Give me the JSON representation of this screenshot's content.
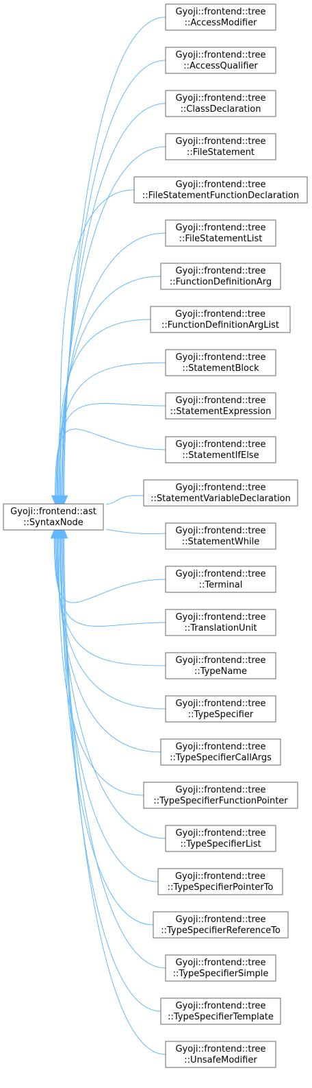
{
  "diagram": {
    "base": {
      "line1": "Gyoji::frontend::ast",
      "line2": "::SyntaxNode"
    },
    "children": [
      {
        "line1": "Gyoji::frontend::tree",
        "line2": "::AccessModifier"
      },
      {
        "line1": "Gyoji::frontend::tree",
        "line2": "::AccessQualifier"
      },
      {
        "line1": "Gyoji::frontend::tree",
        "line2": "::ClassDeclaration"
      },
      {
        "line1": "Gyoji::frontend::tree",
        "line2": "::FileStatement"
      },
      {
        "line1": "Gyoji::frontend::tree",
        "line2": "::FileStatementFunctionDeclaration"
      },
      {
        "line1": "Gyoji::frontend::tree",
        "line2": "::FileStatementList"
      },
      {
        "line1": "Gyoji::frontend::tree",
        "line2": "::FunctionDefinitionArg"
      },
      {
        "line1": "Gyoji::frontend::tree",
        "line2": "::FunctionDefinitionArgList"
      },
      {
        "line1": "Gyoji::frontend::tree",
        "line2": "::StatementBlock"
      },
      {
        "line1": "Gyoji::frontend::tree",
        "line2": "::StatementExpression"
      },
      {
        "line1": "Gyoji::frontend::tree",
        "line2": "::StatementIfElse"
      },
      {
        "line1": "Gyoji::frontend::tree",
        "line2": "::StatementVariableDeclaration"
      },
      {
        "line1": "Gyoji::frontend::tree",
        "line2": "::StatementWhile"
      },
      {
        "line1": "Gyoji::frontend::tree",
        "line2": "::Terminal"
      },
      {
        "line1": "Gyoji::frontend::tree",
        "line2": "::TranslationUnit"
      },
      {
        "line1": "Gyoji::frontend::tree",
        "line2": "::TypeName"
      },
      {
        "line1": "Gyoji::frontend::tree",
        "line2": "::TypeSpecifier"
      },
      {
        "line1": "Gyoji::frontend::tree",
        "line2": "::TypeSpecifierCallArgs"
      },
      {
        "line1": "Gyoji::frontend::tree",
        "line2": "::TypeSpecifierFunctionPointer"
      },
      {
        "line1": "Gyoji::frontend::tree",
        "line2": "::TypeSpecifierList"
      },
      {
        "line1": "Gyoji::frontend::tree",
        "line2": "::TypeSpecifierPointerTo"
      },
      {
        "line1": "Gyoji::frontend::tree",
        "line2": "::TypeSpecifierReferenceTo"
      },
      {
        "line1": "Gyoji::frontend::tree",
        "line2": "::TypeSpecifierSimple"
      },
      {
        "line1": "Gyoji::frontend::tree",
        "line2": "::TypeSpecifierTemplate"
      },
      {
        "line1": "Gyoji::frontend::tree",
        "line2": "::UnsafeModifier"
      }
    ],
    "colors": {
      "edge": "#63b8ff",
      "node_border": "#666666",
      "node_fill": "#ffffff",
      "text": "#000000"
    }
  }
}
